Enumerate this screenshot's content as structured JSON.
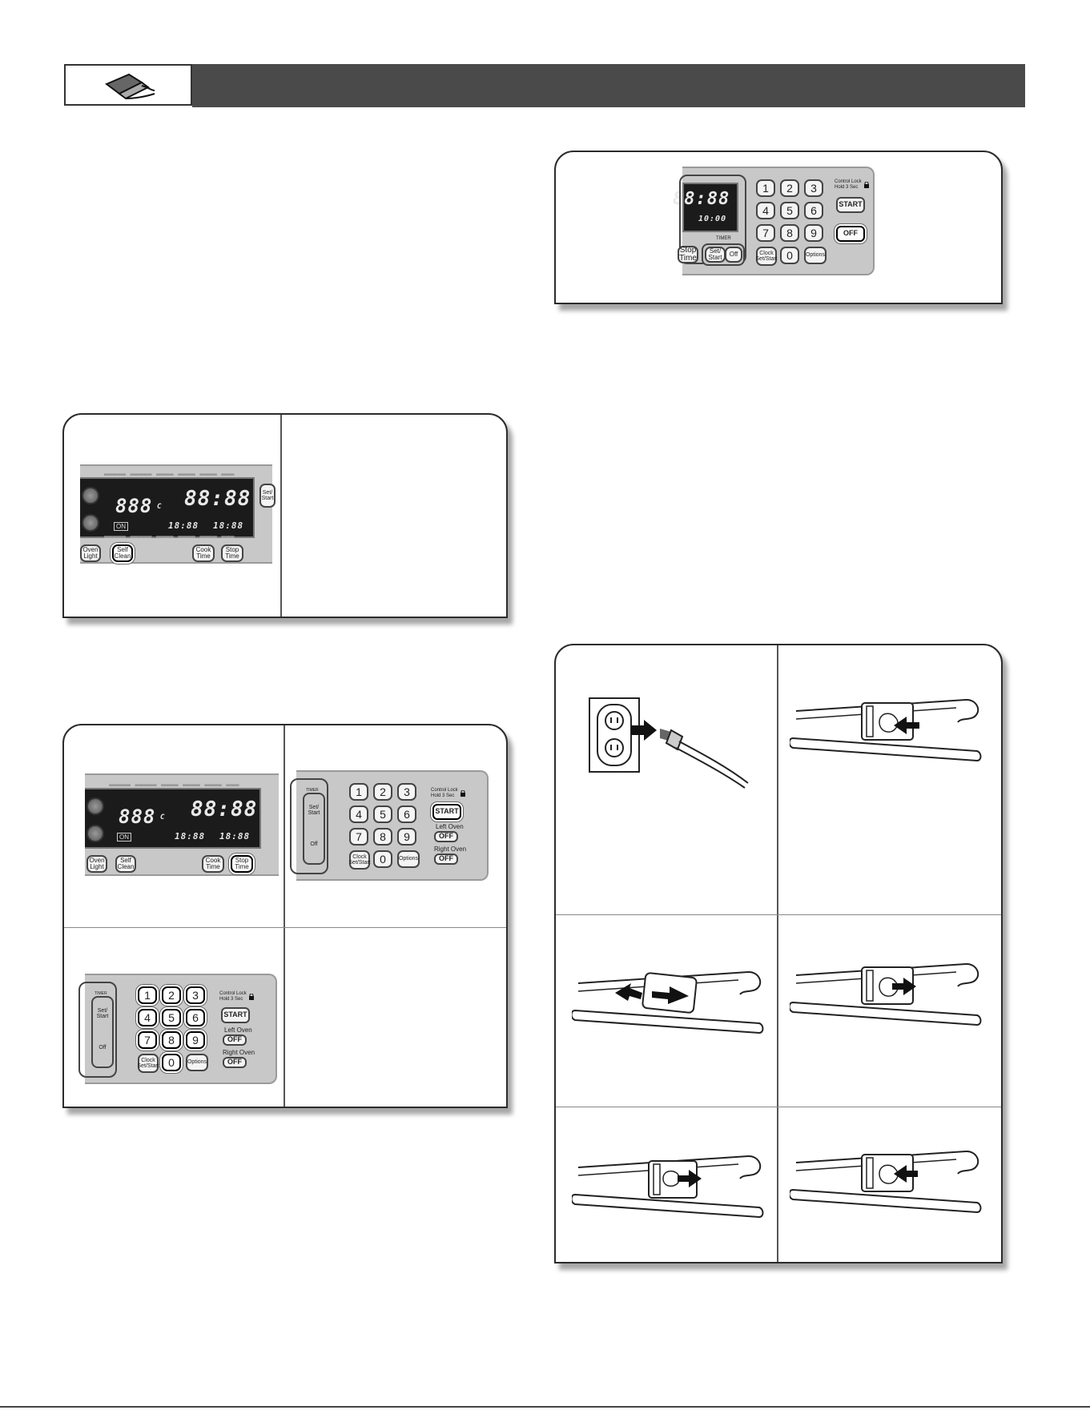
{
  "panel_keys": {
    "digits": [
      "1",
      "2",
      "3",
      "4",
      "5",
      "6",
      "7",
      "8",
      "9",
      "0"
    ],
    "clock": "Clock Set/Start",
    "options": "Options",
    "start": "START",
    "off": "OFF",
    "control_lock": "Control Lock",
    "hold_3_sec": "Hold 3 Sec",
    "left_oven": "Left Oven",
    "right_oven": "Right Oven",
    "timer": "TIMER",
    "set_start": "Set/ Start",
    "timer_off": "Off",
    "stop_time": "Stop Time",
    "cook_time": "Cook Time",
    "oven_light": "Oven Light",
    "self_clean": "Self Clean"
  },
  "display": {
    "big_clock": "88:88",
    "temp": "888",
    "small_clock": "18:88",
    "clock_readout": "10:00",
    "unit": "C",
    "on": "ON",
    "mini_clock": "18:88"
  }
}
